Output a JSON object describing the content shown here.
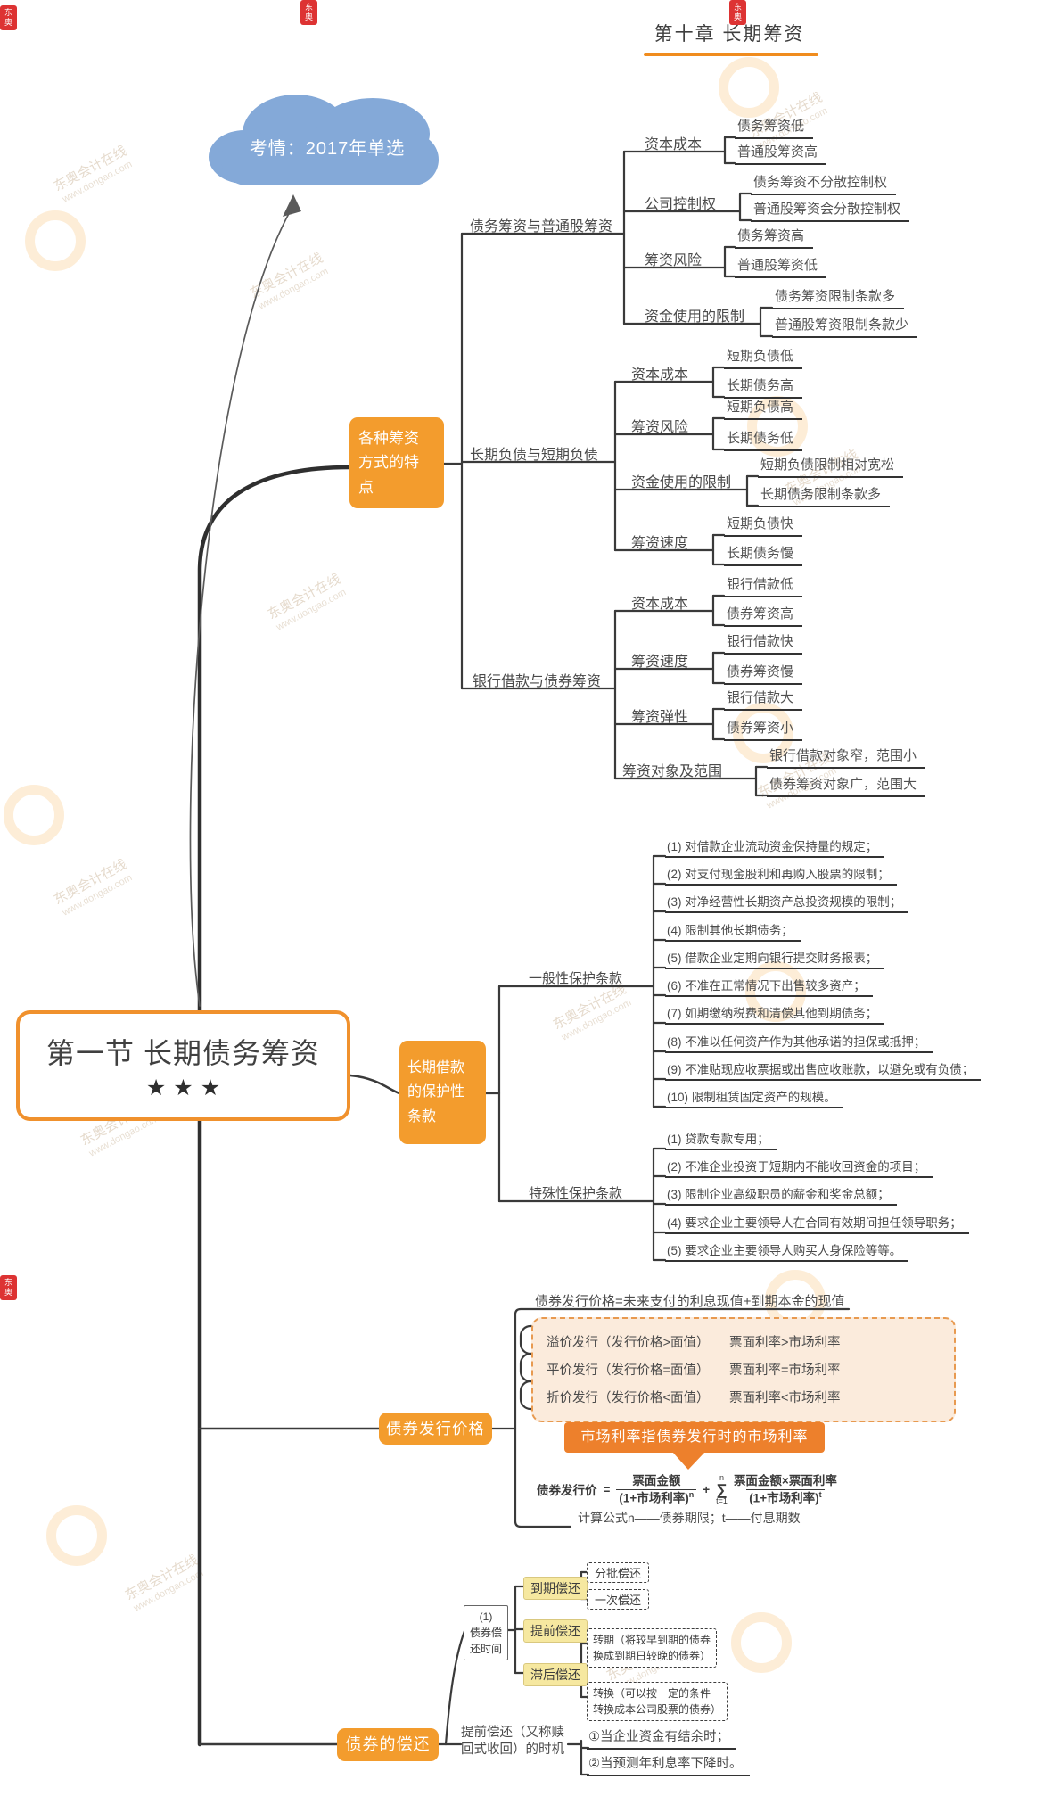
{
  "header": {
    "chapter_title": "第十章 长期筹资"
  },
  "cloud": {
    "text": "考情：2017年单选"
  },
  "main_node": {
    "title": "第一节 长期债务筹资",
    "stars": "★★★"
  },
  "features": {
    "node_lines": [
      "各种筹资",
      "方式的特",
      "点"
    ],
    "groups": [
      {
        "label": "债务筹资与普通股筹资",
        "rows": [
          {
            "label": "资本成本",
            "items": [
              "债务筹资低",
              "普通股筹资高"
            ]
          },
          {
            "label": "公司控制权",
            "items": [
              "债务筹资不分散控制权",
              "普通股筹资会分散控制权"
            ]
          },
          {
            "label": "筹资风险",
            "items": [
              "债务筹资高",
              "普通股筹资低"
            ]
          },
          {
            "label": "资金使用的限制",
            "items": [
              "债务筹资限制条款多",
              "普通股筹资限制条款少"
            ]
          }
        ]
      },
      {
        "label": "长期负债与短期负债",
        "rows": [
          {
            "label": "资本成本",
            "items": [
              "短期负债低",
              "长期债务高"
            ]
          },
          {
            "label": "筹资风险",
            "items": [
              "短期负债高",
              "长期债务低"
            ]
          },
          {
            "label": "资金使用的限制",
            "items": [
              "短期负债限制相对宽松",
              "长期债务限制条款多"
            ]
          },
          {
            "label": "筹资速度",
            "items": [
              "短期负债快",
              "长期债务慢"
            ]
          }
        ]
      },
      {
        "label": "银行借款与债券筹资",
        "rows": [
          {
            "label": "资本成本",
            "items": [
              "银行借款低",
              "债券筹资高"
            ]
          },
          {
            "label": "筹资速度",
            "items": [
              "银行借款快",
              "债券筹资慢"
            ]
          },
          {
            "label": "筹资弹性",
            "items": [
              "银行借款大",
              "债券筹资小"
            ]
          },
          {
            "label": "筹资对象及范围",
            "items": [
              "银行借款对象窄，范围小",
              "债券筹资对象广，范围大"
            ]
          }
        ]
      }
    ]
  },
  "protection": {
    "node_lines": [
      "长期借款",
      "的保护性",
      "条款"
    ],
    "general": {
      "label": "一般性保护条款",
      "items": [
        "(1) 对借款企业流动资金保持量的规定；",
        "(2) 对支付现金股利和再购入股票的限制；",
        "(3) 对净经营性长期资产总投资规模的限制；",
        "(4) 限制其他长期债务；",
        "(5) 借款企业定期向银行提交财务报表；",
        "(6) 不准在正常情况下出售较多资产；",
        "(7) 如期缴纳税费和清偿其他到期债务；",
        "(8) 不准以任何资产作为其他承诺的担保或抵押；",
        "(9) 不准贴现应收票据或出售应收账款，以避免或有负债；",
        "(10) 限制租赁固定资产的规模。"
      ]
    },
    "special": {
      "label": "特殊性保护条款",
      "items": [
        "(1) 贷款专款专用；",
        "(2) 不准企业投资于短期内不能收回资金的项目；",
        "(3) 限制企业高级职员的薪金和奖金总额；",
        "(4) 要求企业主要领导人在合同有效期间担任领导职务；",
        "(5) 要求企业主要领导人购买人身保险等等。"
      ]
    }
  },
  "pricing": {
    "label": "债券发行价格",
    "equation": "债券发行价格=未来支付的利息现值+到期本金的现值",
    "table": [
      {
        "left": "溢价发行（发行价格>面值）",
        "right": "票面利率>市场利率"
      },
      {
        "left": "平价发行（发行价格=面值）",
        "right": "票面利率=市场利率"
      },
      {
        "left": "折价发行（发行价格<面值）",
        "right": "票面利率<市场利率"
      }
    ],
    "callout": "市场利率指债券发行时的市场利率",
    "formula": {
      "lhs": "债券发行价",
      "eq": "=",
      "num1": "票面金额",
      "den1": "(1+市场利率)",
      "exp1": "n",
      "plus": "+",
      "sigma": "∑",
      "sig_top": "n",
      "sig_bot": "t=1",
      "num2": "票面金额×票面利率",
      "den2": "(1+市场利率)",
      "exp2": "t"
    },
    "note": "计算公式n——债券期限；t——付息期数"
  },
  "repayment": {
    "label": "债券的偿还",
    "time_box": [
      "(1)",
      "债券偿",
      "还时间"
    ],
    "options": [
      {
        "label": "到期偿还"
      },
      {
        "label": "提前偿还"
      },
      {
        "label": "滞后偿还"
      }
    ],
    "maturity_children": [
      "分批偿还",
      "一次偿还"
    ],
    "late_children": [
      {
        "line1": "转期（将较早到期的债券",
        "line2": "换成到期日较晚的债券）"
      },
      {
        "line1": "转换（可以按一定的条件",
        "line2": "转换成本公司股票的债券）"
      }
    ],
    "timing": {
      "line1": "提前偿还（又称赎",
      "line2": "回式收回）的时机",
      "items": [
        "①当企业资金有结余时；",
        "②当预测年利息率下降时。"
      ]
    }
  },
  "watermark": {
    "brand": "东奥会计在线",
    "url": "www.dongao.com",
    "badge": "东奥"
  },
  "colors": {
    "accent_orange": "#F39C2D",
    "deep_orange": "#ED802C",
    "cloud_blue": "#84A9D8",
    "line_dark": "#333333",
    "highlight_yellow": "#F6E8A0",
    "peach_bg": "#FBEBDC",
    "title_underline": "#F08C1E"
  }
}
